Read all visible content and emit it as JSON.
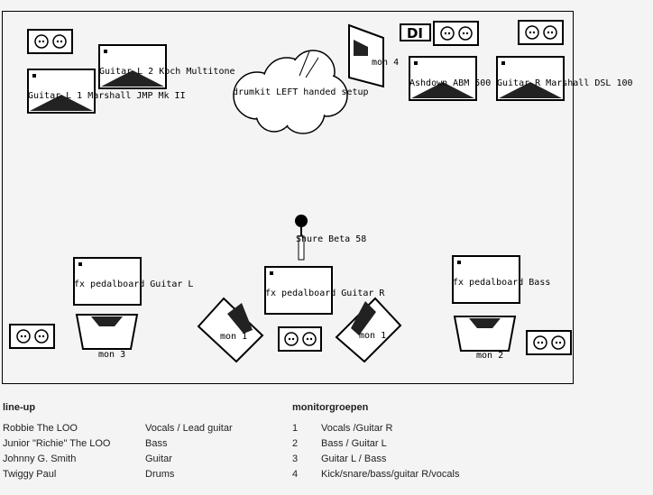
{
  "stage": {
    "amps": {
      "guitar_l1": "Guitar L 1 Marshall JMP Mk II",
      "guitar_l2": "Guitar L 2 Koch Multitone",
      "bass": "Ashdown ABM 500",
      "guitar_r": "Guitar R Marshall DSL 100"
    },
    "pedalboards": {
      "guitar_l": "fx pedalboard Guitar L",
      "guitar_r": "fx pedalboard Guitar R",
      "bass": "fx pedalboard Bass"
    },
    "drumkit": "drumkit LEFT handed setup",
    "di": "DI",
    "mic": "Shure Beta 58",
    "monitors": {
      "mon4": "mon 4",
      "mon3": "mon 3",
      "mon1_left": "mon 1",
      "mon1_right": "mon 1",
      "mon2": "mon 2"
    }
  },
  "lineup": {
    "heading": "line-up",
    "members": [
      {
        "name": "Robbie The LOO",
        "role": "Vocals / Lead guitar"
      },
      {
        "name": "Junior \"Richie\" The LOO",
        "role": "Bass"
      },
      {
        "name": "Johnny G. Smith",
        "role": "Guitar"
      },
      {
        "name": "Twiggy Paul",
        "role": "Drums"
      }
    ]
  },
  "monitorgroups": {
    "heading": "monitorgroepen",
    "groups": [
      {
        "num": "1",
        "desc": "Vocals /Guitar R"
      },
      {
        "num": "2",
        "desc": "Bass / Guitar L"
      },
      {
        "num": "3",
        "desc": "Guitar L / Bass"
      },
      {
        "num": "4",
        "desc": "Kick/snare/bass/guitar R/vocals"
      }
    ]
  }
}
